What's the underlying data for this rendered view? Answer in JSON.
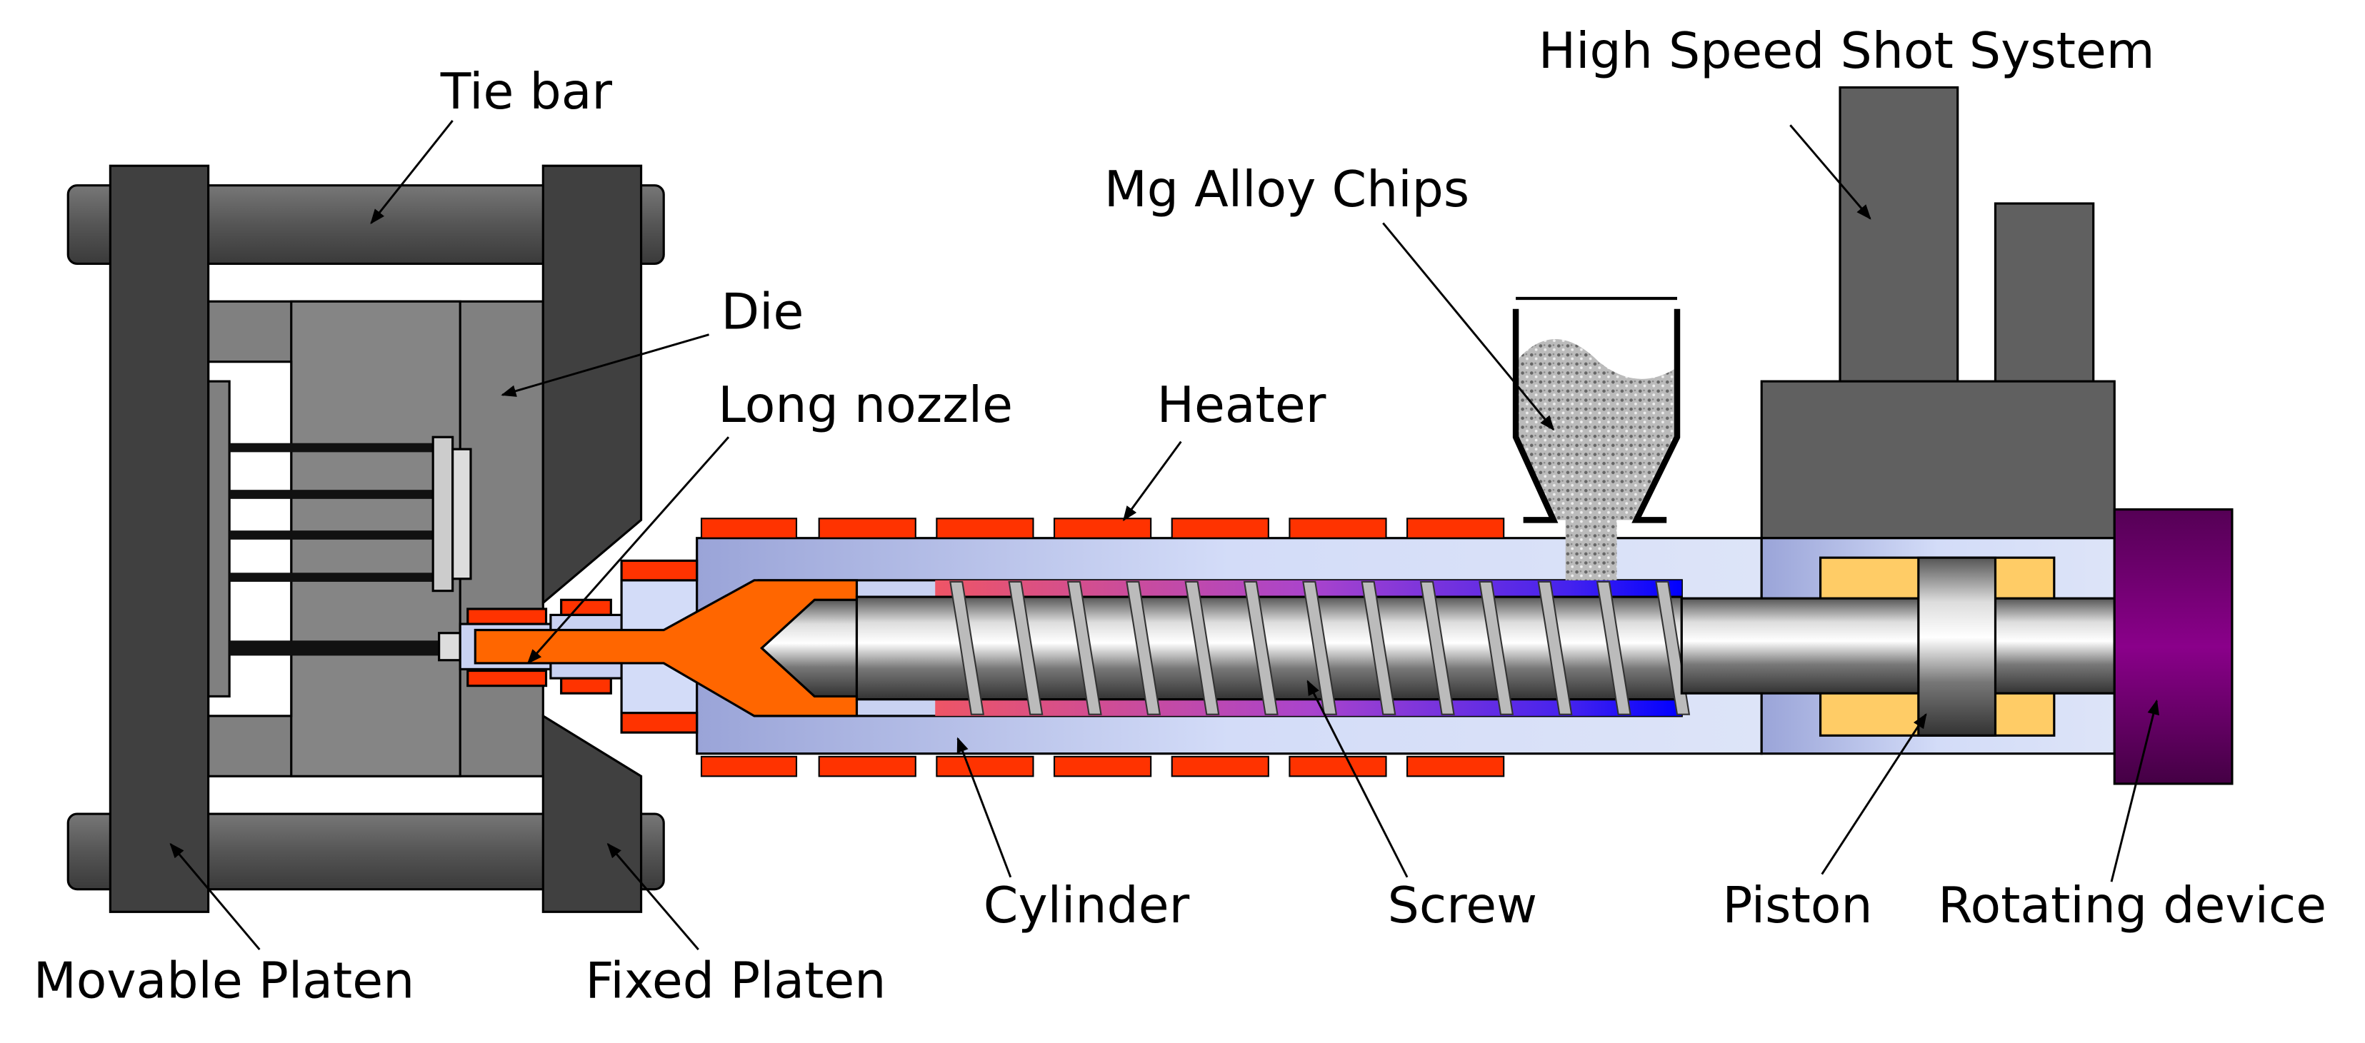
{
  "labels": {
    "tie_bar": "Tie bar",
    "high_speed_shot_system": "High Speed Shot System",
    "mg_alloy_chips": "Mg Alloy Chips",
    "die": "Die",
    "long_nozzle": "Long nozzle",
    "heater": "Heater",
    "cylinder": "Cylinder",
    "screw": "Screw",
    "piston": "Piston",
    "rotating_device": "Rotating device",
    "movable_platen": "Movable Platen",
    "fixed_platen": "Fixed Platen"
  },
  "colors": {
    "platen": "#404040",
    "die": "#808080",
    "heater": "#ff3300",
    "cylinder": "#d3dcf8",
    "molten_metal": "#ff6600",
    "shot_system": "#606060",
    "piston_chamber": "#ffcc66",
    "rotating_device": "#800080"
  }
}
